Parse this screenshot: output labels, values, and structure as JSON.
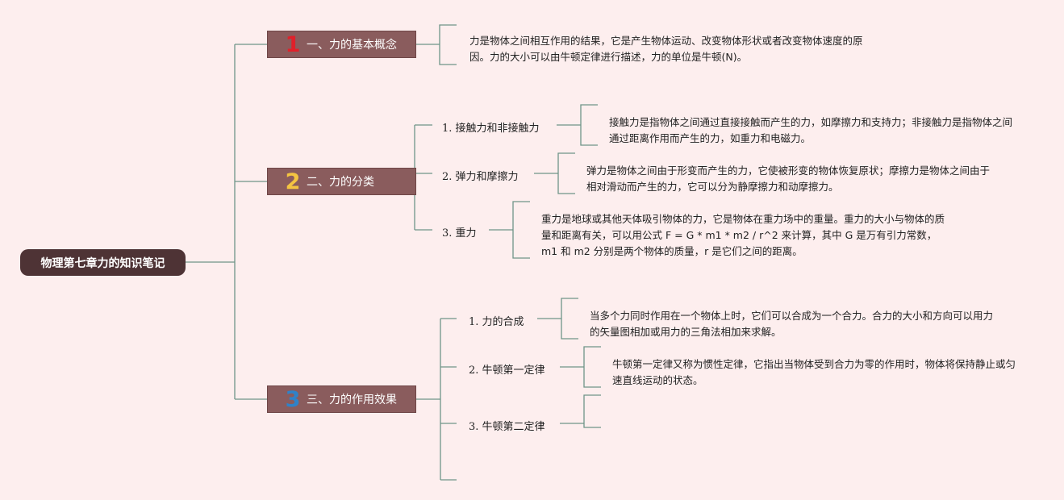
{
  "root": {
    "label": "物理第七章力的知识笔记"
  },
  "colors": {
    "num1": "#e0202a",
    "num2": "#f4c441",
    "num3": "#2f82c8",
    "line": "#6f9488",
    "node": "#8a5c5d",
    "root": "#4e3335"
  },
  "sections": [
    {
      "number": "1",
      "label": "一、力的基本概念",
      "note": "力是物体之间相互作用的结果，它是产生物体运动、改变物体形状或者改变物体速度的原因。力的大小可以由牛顿定律进行描述，力的单位是牛顿(N)。"
    },
    {
      "number": "2",
      "label": "二、力的分类",
      "items": [
        {
          "label": "1. 接触力和非接触力",
          "note": "接触力是指物体之间通过直接接触而产生的力，如摩擦力和支持力；非接触力是指物体之间通过距离作用而产生的力，如重力和电磁力。"
        },
        {
          "label": "2. 弹力和摩擦力",
          "note": "弹力是物体之间由于形变而产生的力，它使被形变的物体恢复原状；摩擦力是物体之间由于相对滑动而产生的力，它可以分为静摩擦力和动摩擦力。"
        },
        {
          "label": "3. 重力",
          "note": "重力是地球或其他天体吸引物体的力，它是物体在重力场中的重量。重力的大小与物体的质量和距离有关，可以用公式 F = G * m1 * m2 / r^2 来计算，其中 G 是万有引力常数，m1 和 m2 分别是两个物体的质量，r 是它们之间的距离。"
        }
      ]
    },
    {
      "number": "3",
      "label": "三、力的作用效果",
      "items": [
        {
          "label": "1. 力的合成",
          "note": "当多个力同时作用在一个物体上时，它们可以合成为一个合力。合力的大小和方向可以用力的矢量图相加或用力的三角法相加来求解。"
        },
        {
          "label": "2. 牛顿第一定律",
          "note": "牛顿第一定律又称为惯性定律，它指出当物体受到合力为零的作用时，物体将保持静止或匀速直线运动的状态。"
        },
        {
          "label": "3. 牛顿第二定律",
          "note": ""
        }
      ]
    }
  ]
}
